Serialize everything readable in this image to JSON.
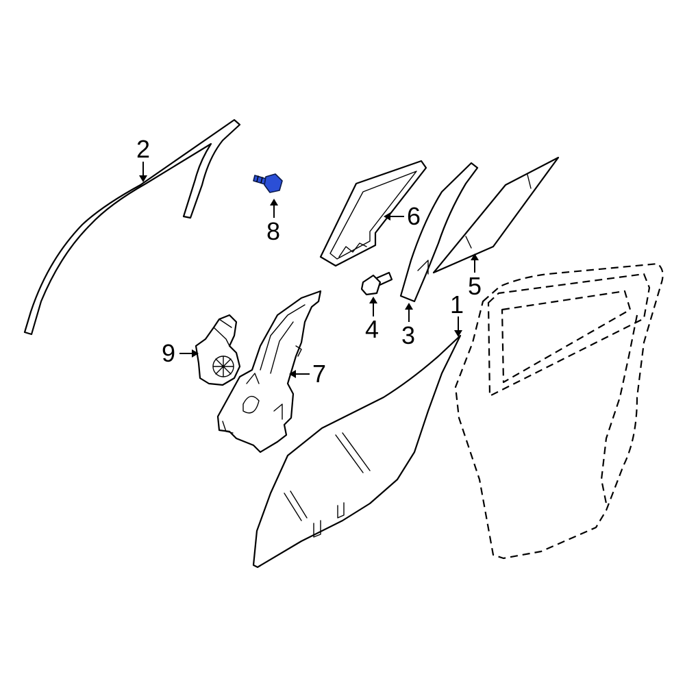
{
  "diagram": {
    "highlight_color": "#2b4fd6",
    "line_color": "#000000",
    "background": "#ffffff",
    "callouts": [
      {
        "id": "1",
        "label": "1"
      },
      {
        "id": "2",
        "label": "2"
      },
      {
        "id": "3",
        "label": "3"
      },
      {
        "id": "4",
        "label": "4"
      },
      {
        "id": "5",
        "label": "5"
      },
      {
        "id": "6",
        "label": "6"
      },
      {
        "id": "7",
        "label": "7"
      },
      {
        "id": "8",
        "label": "8",
        "highlighted": true
      },
      {
        "id": "9",
        "label": "9"
      }
    ]
  }
}
